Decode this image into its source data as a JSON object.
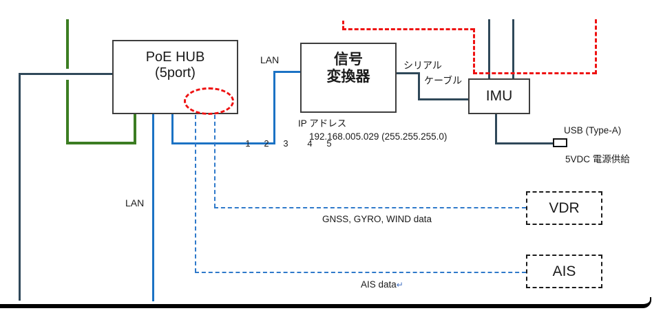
{
  "diagram": {
    "hub": {
      "title_line1": "PoE HUB",
      "title_line2": "(5port)",
      "ports": [
        "1",
        "2",
        "3",
        "4",
        "5"
      ]
    },
    "converter": {
      "title_line1": "信号",
      "title_line2": "変換器",
      "ip_label": "IP アドレス",
      "ip_value": "192.168.005.029 (255.255.255.0)"
    },
    "imu": {
      "label": "IMU"
    },
    "vdr": {
      "label": "VDR"
    },
    "ais": {
      "label": "AIS"
    },
    "labels": {
      "lan_left": "LAN",
      "lan_top": "LAN",
      "serial_line1": "シリアル",
      "serial_line2": "ケーブル",
      "usb": "USB (Type-A)",
      "power": "5VDC 電源供給",
      "gnss_data": "GNSS, GYRO, WIND data",
      "ais_data": "AIS data",
      "return_mark": "↵"
    },
    "colors": {
      "blue": "#1b72c4",
      "blue-dash": "#2e79ca",
      "green": "#3c7d22",
      "navy": "#2f4859",
      "red": "#ee1111"
    }
  }
}
